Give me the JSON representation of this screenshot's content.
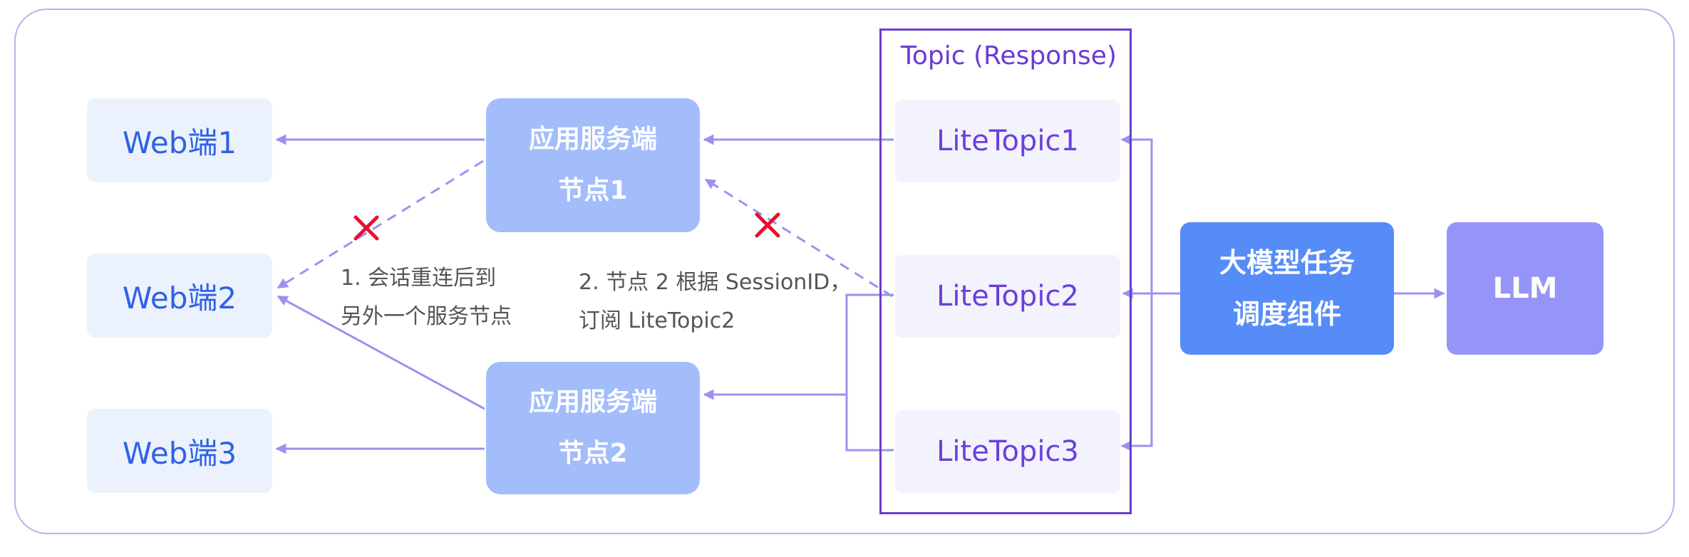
{
  "web_nodes": [
    "Web端1",
    "Web端2",
    "Web端3"
  ],
  "app_nodes": [
    {
      "line1": "应用服务端",
      "line2": "节点1"
    },
    {
      "line1": "应用服务端",
      "line2": "节点2"
    }
  ],
  "topic": {
    "title": "Topic (Response)",
    "lite_topics": [
      "LiteTopic1",
      "LiteTopic2",
      "LiteTopic3"
    ]
  },
  "scheduler": {
    "line1": "大模型任务",
    "line2": "调度组件"
  },
  "llm": "LLM",
  "notes": {
    "reconnect": {
      "line1": "1. 会话重连后到",
      "line2": "另外一个服务节点"
    },
    "subscribe": {
      "line1": "2. 节点 2 根据 SessionID，",
      "line2": "订阅 LiteTopic2"
    }
  },
  "colors": {
    "arrow": "#9a92f1",
    "cross": "#e8102b",
    "frame": "#b7b2ee",
    "topic_border": "#6a3ecb"
  }
}
